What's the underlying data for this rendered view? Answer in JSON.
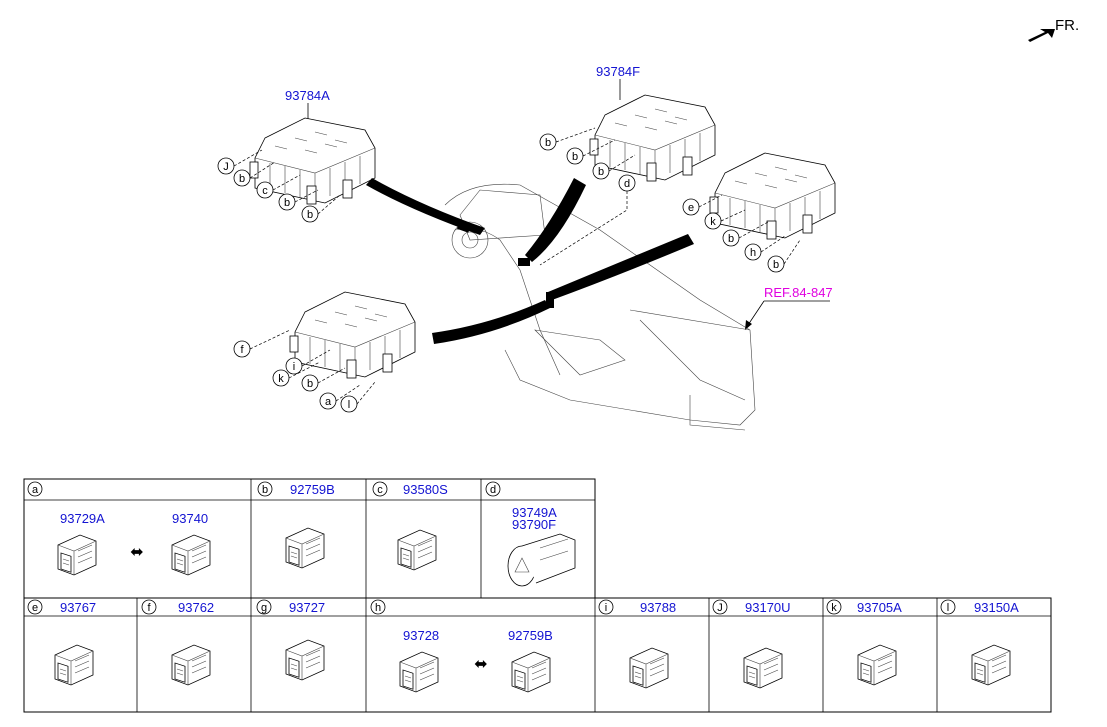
{
  "orientation": {
    "label": "FR."
  },
  "assemblies": {
    "top_left": "93784A",
    "top_center": "93784F"
  },
  "reference": "REF.84-847",
  "callouts": {
    "tl": [
      "J",
      "b",
      "c",
      "b",
      "b"
    ],
    "tc": [
      "b",
      "b",
      "b",
      "d"
    ],
    "right": [
      "e",
      "k",
      "b",
      "h",
      "b"
    ],
    "bl": [
      "f",
      "i",
      "k",
      "b",
      "a",
      "l"
    ]
  },
  "table_row1": [
    {
      "letter": "a",
      "parts": [
        "93729A",
        "93740"
      ],
      "arrow": "⬌"
    },
    {
      "letter": "b",
      "part": "92759B"
    },
    {
      "letter": "c",
      "part": "93580S"
    },
    {
      "letter": "d",
      "parts": [
        "93749A",
        "93790F"
      ]
    }
  ],
  "table_row2": [
    {
      "letter": "e",
      "part": "93767"
    },
    {
      "letter": "f",
      "part": "93762"
    },
    {
      "letter": "g",
      "part": "93727"
    },
    {
      "letter": "h",
      "parts": [
        "93728",
        "92759B"
      ],
      "arrow": "⬌"
    },
    {
      "letter": "i",
      "part": "93788"
    },
    {
      "letter": "J",
      "part": "93170U"
    },
    {
      "letter": "k",
      "part": "93705A"
    },
    {
      "letter": "l",
      "part": "93150A"
    }
  ]
}
